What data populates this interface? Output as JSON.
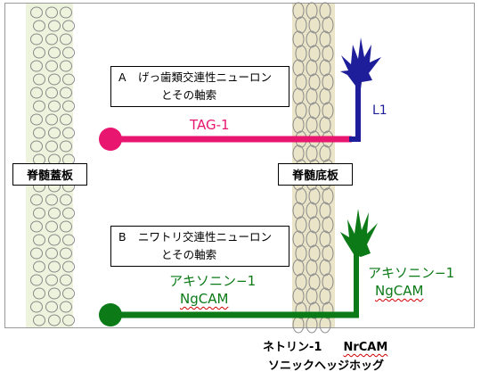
{
  "roof_plate": {
    "label": "脊髄蓋板"
  },
  "floor_plate": {
    "label": "脊髄底板"
  },
  "panel_a": {
    "tag": "A",
    "title_line1": "げっ歯類交連性ニューロン",
    "title_line2": "とその軸索",
    "molecule": "TAG-1",
    "growth_cone_label": "L1",
    "color": "#e8166f",
    "growth_cone_color": "#1e1e9a"
  },
  "panel_b": {
    "tag": "B",
    "title_line1": "ニワトリ交連性ニューロン",
    "title_line2": "とその軸索",
    "left_label_line1": "アキソニン−1",
    "left_label_line2": "NgCAM",
    "right_label_line1": "アキソニン−1",
    "right_label_line2": "NgCAM",
    "color": "#0b7a17"
  },
  "floor_signals": {
    "line1_a": "ネトリン-1",
    "line1_b": "NrCAM",
    "line2": "ソニックヘッジホッグ"
  }
}
